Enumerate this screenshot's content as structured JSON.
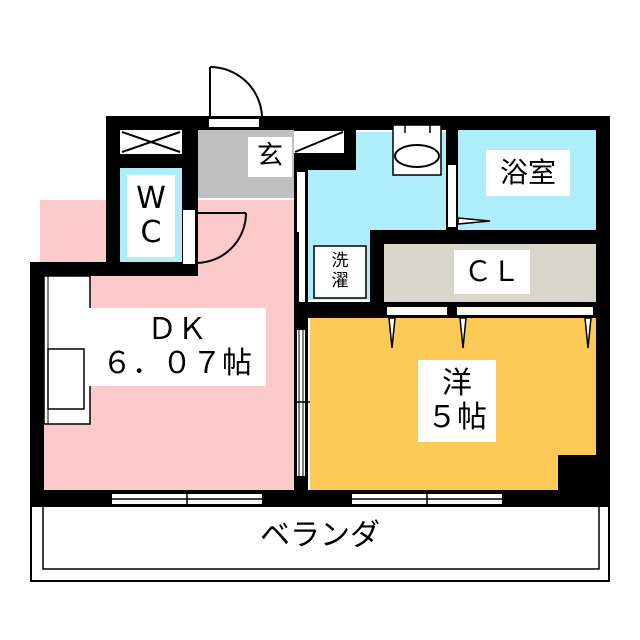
{
  "floorplan": {
    "rooms": {
      "entrance": {
        "label": "玄",
        "color": "#bfbfbf"
      },
      "wc": {
        "line1": "W",
        "line2": "C",
        "color": "#aeeefb"
      },
      "bathroom": {
        "label": "浴室",
        "color": "#aeeefb"
      },
      "washroom": {
        "color": "#aeeefb"
      },
      "laundry": {
        "line1": "洗",
        "line2": "濯"
      },
      "closet": {
        "label": "ＣＬ",
        "color": "#d8d6cb"
      },
      "dk": {
        "line1": "ＤＫ",
        "line2": "６．０７帖",
        "color": "#fccaca"
      },
      "western": {
        "line1": "洋",
        "line2": "５帖",
        "color": "#fdc957"
      },
      "veranda": {
        "label": "ベランダ"
      }
    }
  }
}
